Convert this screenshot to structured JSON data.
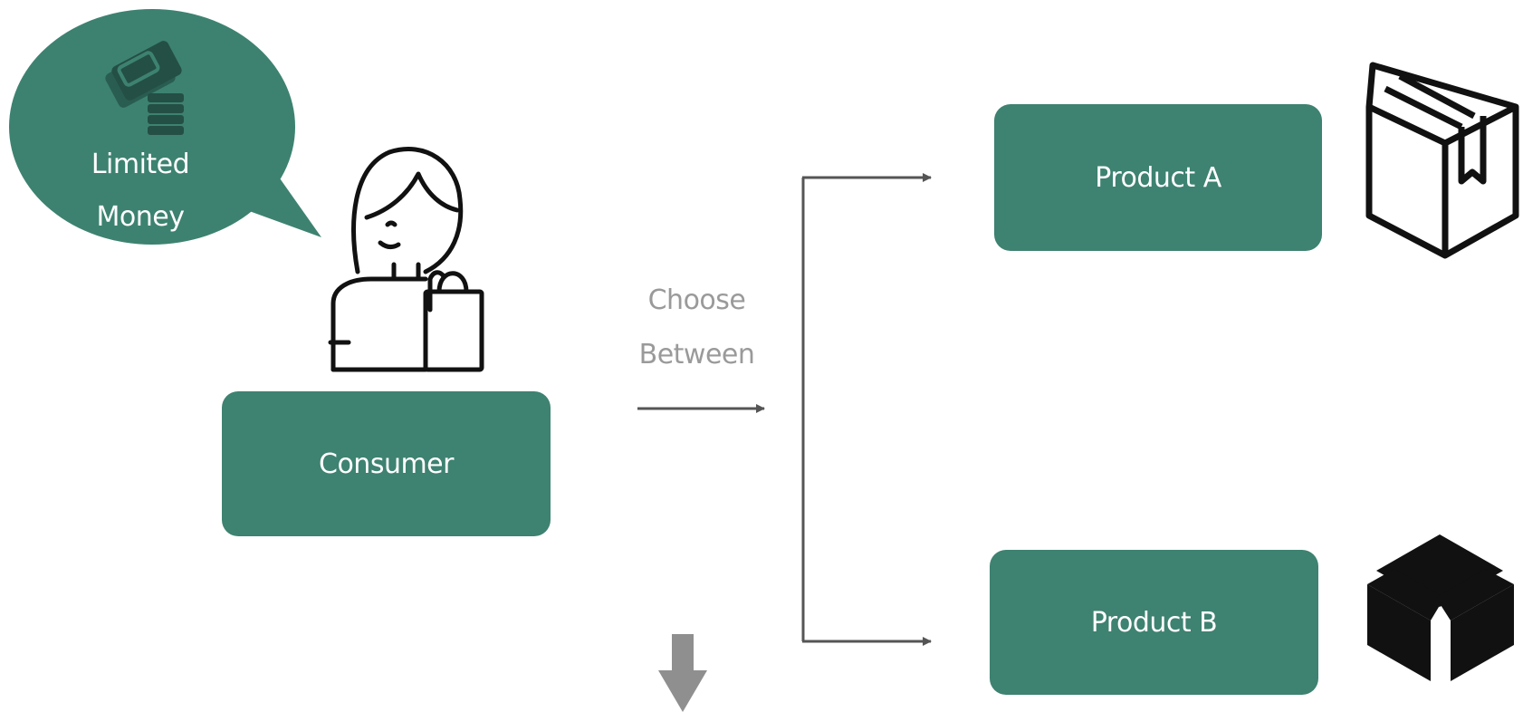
{
  "speech_bubble": {
    "line1": "Limited",
    "line2": "Money",
    "icon": "money-stack-icon"
  },
  "consumer": {
    "label": "Consumer",
    "icon": "shopper-person-icon"
  },
  "connector": {
    "line1": "Choose",
    "line2": "Between"
  },
  "products": [
    {
      "label": "Product A",
      "icon": "outline-box-icon"
    },
    {
      "label": "Product B",
      "icon": "solid-box-icon"
    }
  ],
  "colors": {
    "box_fill": "#3e8271",
    "bubble_fill": "#3d8270",
    "line": "#555555",
    "muted_text": "#9a9a9a",
    "down_arrow": "#8f8f8f"
  }
}
